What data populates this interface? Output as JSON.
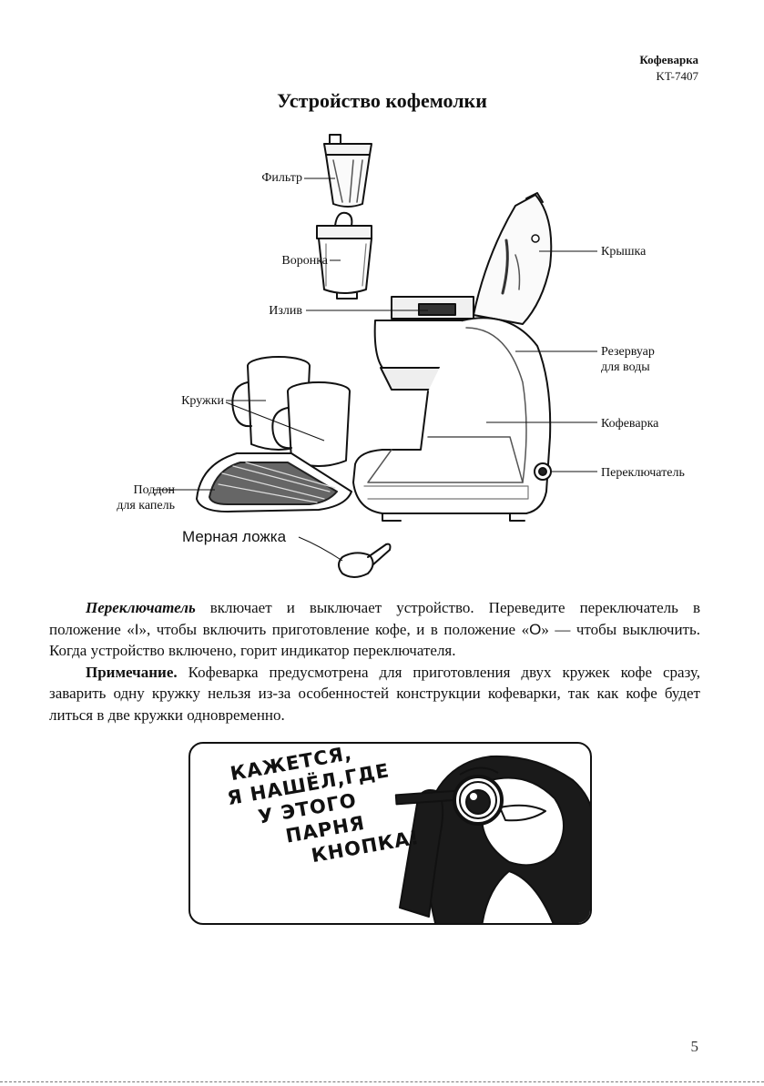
{
  "header": {
    "brand": "Кофеварка",
    "model": "KT-7407"
  },
  "title": "Устройство кофемолки",
  "labels": {
    "filter": "Фильтр",
    "funnel": "Воронка",
    "spout": "Излив",
    "mugs": "Кружки",
    "drip_tray_line1": "Поддон",
    "drip_tray_line2": "для капель",
    "lid": "Крышка",
    "reservoir_line1": "Резервуар",
    "reservoir_line2": "для воды",
    "coffee_maker": "Кофеварка",
    "switch": "Переключатель",
    "measuring_spoon": "Мерная ложка"
  },
  "paragraph1": {
    "lead": "Переключатель",
    "text_a": " включает и выключает устройство. Переведите переключатель в положение «",
    "on_symbol": "I",
    "text_b": "», чтобы включить приготовление кофе, и в положение «",
    "off_symbol": "O",
    "text_c": "» — чтобы выключить. Когда устройство включено, горит индикатор переключателя."
  },
  "paragraph2": {
    "lead": "Примечание.",
    "text": " Кофеварка предусмотрена для приготовления двух кружек кофе сразу, заварить одну кружку нельзя из-за особенностей конструкции кофеварки, так как кофе будет литься в две кружки одновременно."
  },
  "cartoon": {
    "caption_lines": [
      "КАЖЕТСЯ,",
      "Я НАШЁЛ,ГДЕ",
      "У ЭТОГО",
      "ПАРНЯ",
      "КНОПКА!"
    ]
  },
  "page_number": "5"
}
